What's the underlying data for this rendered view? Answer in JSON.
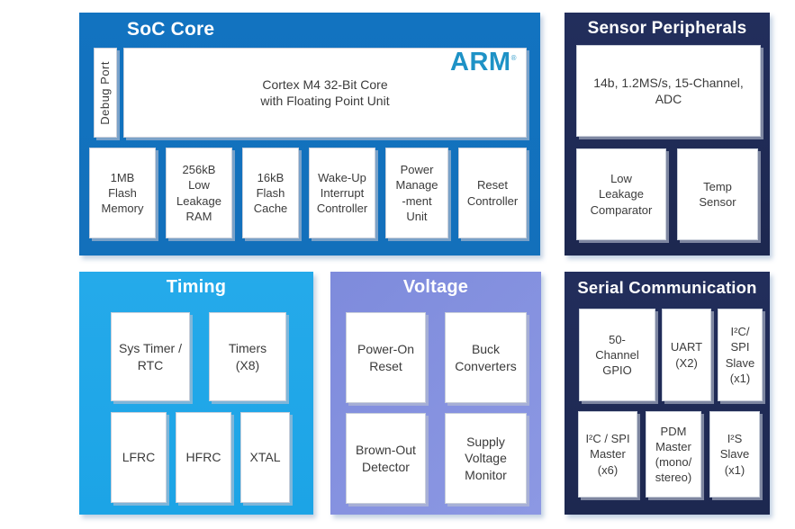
{
  "palette": {
    "soc_core_blue": "#1371BE",
    "timing_cyan": "#1FA9E8",
    "voltage_periwinkle": "#8290DF",
    "dark_navy": "#1F2A55",
    "arm_logo_blue": "#1E92C6",
    "box_background": "#FFFFFF",
    "box_text": "#3B3B3B",
    "title_text": "#FFFFFF"
  },
  "soc_core": {
    "title": "SoC Core",
    "debug_port_label": "Debug Port",
    "arm_logo": "ARM",
    "arm_trademark": "®",
    "core_label": "Cortex M4 32-Bit Core\nwith Floating Point Unit",
    "items": [
      "1MB\nFlash\nMemory",
      "256kB\nLow\nLeakage\nRAM",
      "16kB\nFlash\nCache",
      "Wake-Up\nInterrupt\nController",
      "Power\nManage\n-ment\nUnit",
      "Reset\nController"
    ]
  },
  "sensor_peripherals": {
    "title": "Sensor Peripherals",
    "adc_label": "14b, 1.2MS/s, 15-Channel,\nADC",
    "items": [
      "Low\nLeakage\nComparator",
      "Temp\nSensor"
    ]
  },
  "timing": {
    "title": "Timing",
    "row1": [
      "Sys Timer /\nRTC",
      "Timers\n(X8)"
    ],
    "row2": [
      "LFRC",
      "HFRC",
      "XTAL"
    ]
  },
  "voltage": {
    "title": "Voltage",
    "row1": [
      "Power-On\nReset",
      "Buck\nConverters"
    ],
    "row2": [
      "Brown-Out\nDetector",
      "Supply\nVoltage\nMonitor"
    ]
  },
  "serial_communication": {
    "title": "Serial Communication",
    "row1": [
      "50-\nChannel\nGPIO",
      "UART\n(X2)",
      "I²C/\nSPI\nSlave\n(x1)"
    ],
    "row2": [
      "I²C / SPI\nMaster\n(x6)",
      "PDM\nMaster\n(mono/\nstereo)",
      "I²S\nSlave\n(x1)"
    ]
  }
}
